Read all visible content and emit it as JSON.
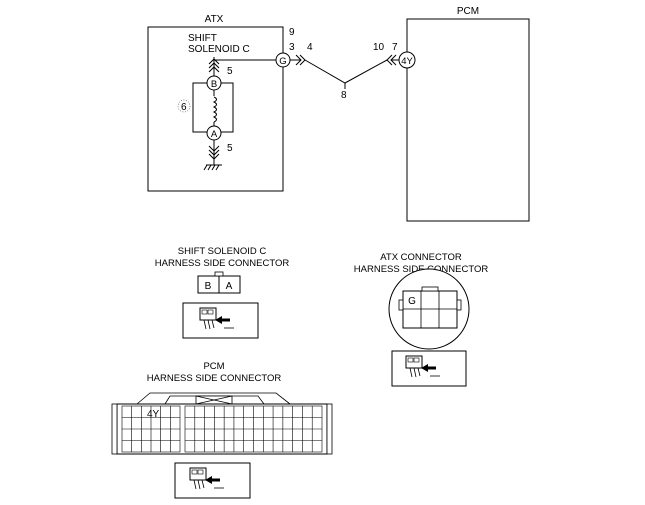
{
  "atx_block": {
    "title": "ATX",
    "component_line1": "SHIFT",
    "component_line2": "SOLENOID C"
  },
  "pcm_block": {
    "title": "PCM"
  },
  "terminals": {
    "B": "B",
    "A": "A",
    "G": "G",
    "4Y": "4Y"
  },
  "callouts": {
    "c9": "9",
    "c3": "3",
    "c4": "4",
    "c10": "10",
    "c7": "7",
    "c8": "8",
    "c5_top": "5",
    "c5_bottom": "5",
    "c6": "6"
  },
  "solenoid_connector": {
    "title_line1": "SHIFT SOLENOID C",
    "title_line2": "HARNESS SIDE CONNECTOR",
    "pin_B": "B",
    "pin_A": "A"
  },
  "atx_connector": {
    "title_line1": "ATX CONNECTOR",
    "title_line2": "HARNESS SIDE CONNECTOR",
    "pin_G": "G"
  },
  "pcm_connector": {
    "title_line1": "PCM",
    "title_line2": "HARNESS SIDE CONNECTOR",
    "pin_4Y": "4Y"
  }
}
